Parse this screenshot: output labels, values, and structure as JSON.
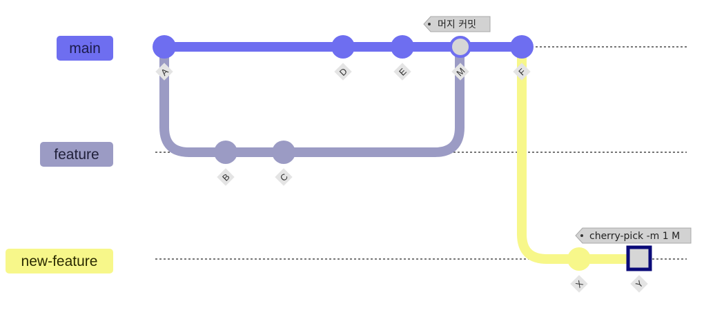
{
  "colors": {
    "main": "#6e6ef0",
    "feature": "#9b9bc4",
    "new_feature": "#f7f78a",
    "merge_commit_fill": "#d6d6d6",
    "highlight_border": "#0a0a78",
    "tag_fill": "#d2d2d2",
    "tag_stroke": "#a8a8a8",
    "commit_label_bg": "#e4e4e4",
    "dotted_line": "#222222"
  },
  "branches": [
    {
      "id": "main",
      "label": "main",
      "color_key": "main",
      "text_color": "#1b1b4a"
    },
    {
      "id": "feature",
      "label": "feature",
      "color_key": "feature",
      "text_color": "#20203a"
    },
    {
      "id": "new-feature",
      "label": "new-feature",
      "color_key": "new_feature",
      "text_color": "#2a2a00"
    }
  ],
  "commits": [
    {
      "id": "A",
      "branch": "main",
      "type": "normal"
    },
    {
      "id": "B",
      "branch": "feature",
      "type": "normal"
    },
    {
      "id": "C",
      "branch": "feature",
      "type": "normal"
    },
    {
      "id": "D",
      "branch": "main",
      "type": "normal"
    },
    {
      "id": "E",
      "branch": "main",
      "type": "normal"
    },
    {
      "id": "M",
      "branch": "main",
      "type": "merge",
      "tag": "머지 커밋"
    },
    {
      "id": "F",
      "branch": "main",
      "type": "normal"
    },
    {
      "id": "X",
      "branch": "new-feature",
      "type": "normal"
    },
    {
      "id": "Y",
      "branch": "new-feature",
      "type": "highlight",
      "tag": "cherry-pick -m 1 M"
    }
  ]
}
